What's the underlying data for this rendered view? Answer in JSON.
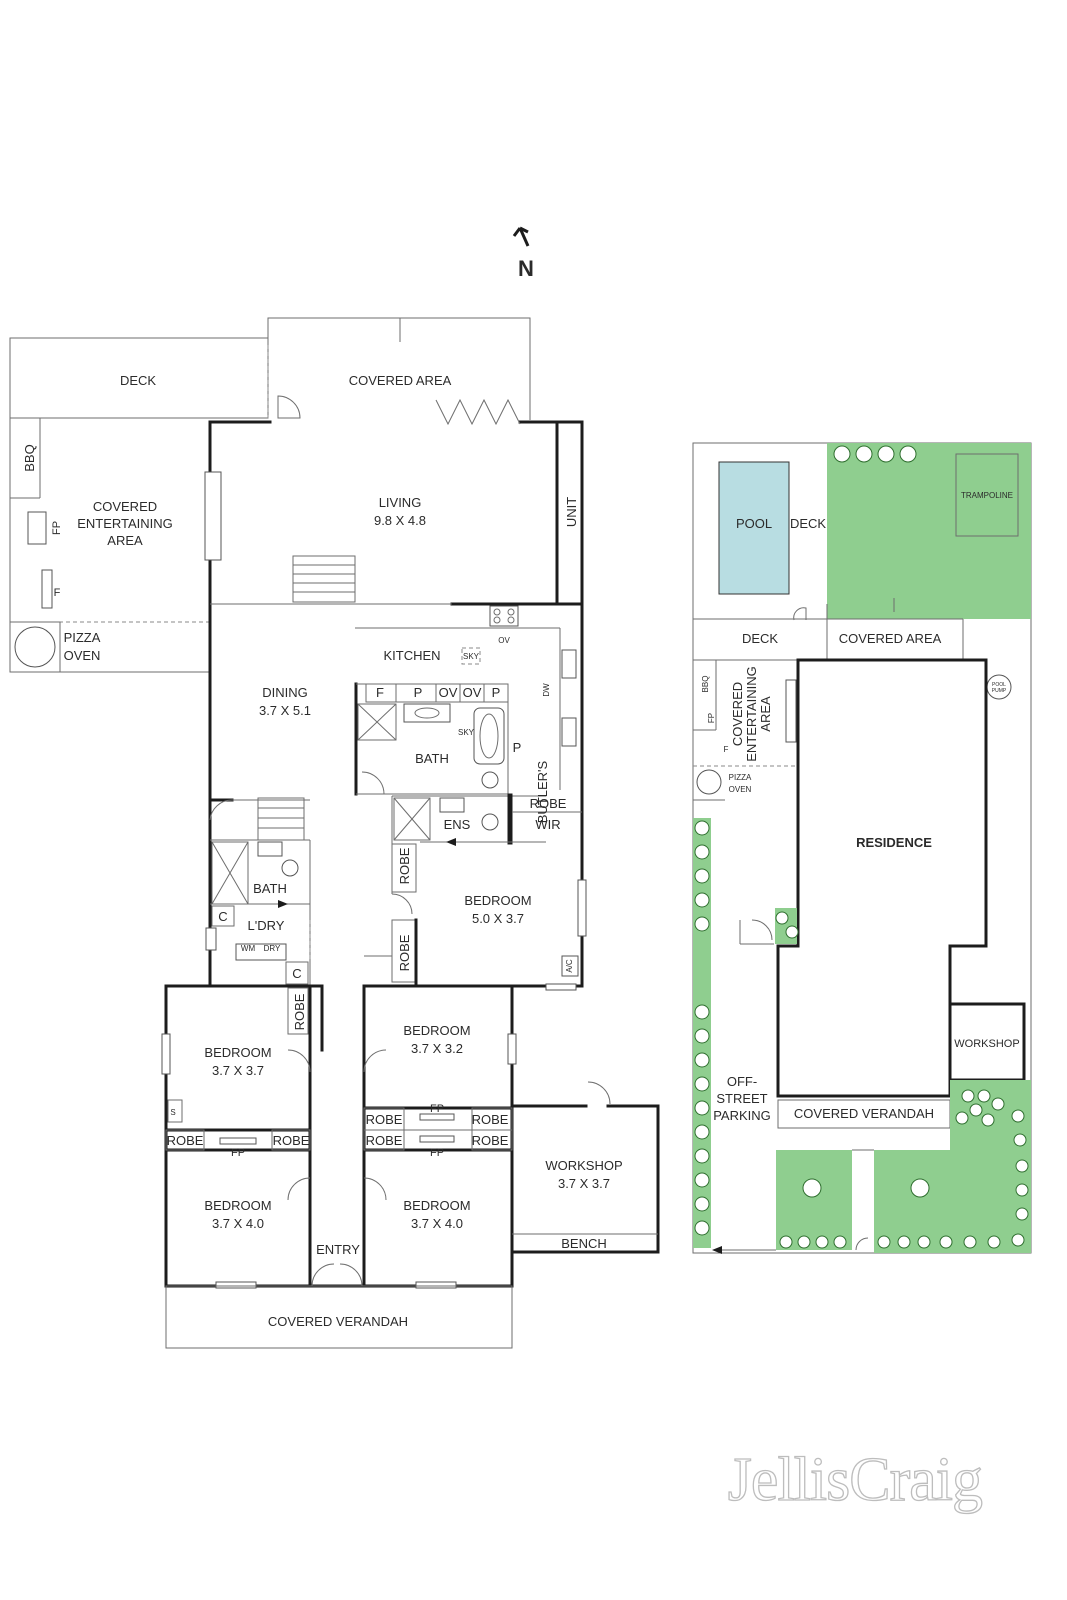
{
  "compass": {
    "label": "N"
  },
  "brand": {
    "logo_text": "JellisCraig"
  },
  "colors": {
    "lawn": "#8fce8f",
    "pool": "#b8dde2",
    "walls": "#1c1c1c"
  },
  "floor_plan": {
    "deck": "DECK",
    "covered_area": "COVERED AREA",
    "bbq": "BBQ",
    "covered_entertaining": [
      "COVERED",
      "ENTERTAINING",
      "AREA"
    ],
    "fp": "FP",
    "f": "F",
    "pizza_oven": [
      "PIZZA",
      "OVEN"
    ],
    "living": {
      "name": "LIVING",
      "size": "9.8 X 4.8"
    },
    "unit": "UNIT",
    "kitchen": "KITCHEN",
    "sky": "SKY",
    "ov": "OV",
    "dw": "DW",
    "pantry_row": [
      "F",
      "P",
      "OV",
      "OV",
      "P"
    ],
    "dining": {
      "name": "DINING",
      "size": "3.7 X 5.1"
    },
    "bath_main": "BATH",
    "p": "P",
    "butlers": "BUTLER'S",
    "robe": "ROBE",
    "wir": "WIR",
    "ens": "ENS",
    "bath_small": "BATH",
    "c": "C",
    "ldry": "L'DRY",
    "wm": "WM",
    "dry": "DRY",
    "bedroom_master": {
      "name": "BEDROOM",
      "size": "5.0 X 3.7"
    },
    "ac": "A/C",
    "bedroom_a": {
      "name": "BEDROOM",
      "size": "3.7 X 3.7"
    },
    "s": "S",
    "bedroom_b": {
      "name": "BEDROOM",
      "size": "3.7 X 3.2"
    },
    "bedroom_c": {
      "name": "BEDROOM",
      "size": "3.7 X 4.0"
    },
    "bedroom_d": {
      "name": "BEDROOM",
      "size": "3.7 X 4.0"
    },
    "workshop": {
      "name": "WORKSHOP",
      "size": "3.7 X 3.7"
    },
    "bench": "BENCH",
    "entry": "ENTRY",
    "covered_verandah": "COVERED VERANDAH"
  },
  "site_plan": {
    "pool": "POOL",
    "deck": "DECK",
    "trampoline": "TRAMPOLINE",
    "deck2": "DECK",
    "covered_area": "COVERED AREA",
    "pool_pump": [
      "POOL",
      "PUMP"
    ],
    "bbq": "BBQ",
    "fp": "FP",
    "f": "F",
    "covered_entertaining": [
      "COVERED",
      "ENTERTAINING",
      "AREA"
    ],
    "pizza_oven": [
      "PIZZA",
      "OVEN"
    ],
    "residence": "RESIDENCE",
    "workshop": "WORKSHOP",
    "off_street_parking": [
      "OFF-",
      "STREET",
      "PARKING"
    ],
    "covered_verandah": "COVERED VERANDAH"
  }
}
